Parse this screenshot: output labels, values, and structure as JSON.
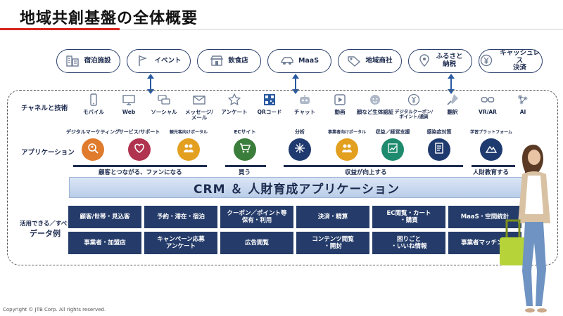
{
  "title": "地域共創基盤の全体概要",
  "partners": [
    {
      "label": "宿泊施設",
      "icon": "hotel-icon"
    },
    {
      "label": "イベント",
      "icon": "flag-icon"
    },
    {
      "label": "飲食店",
      "icon": "storefront-icon"
    },
    {
      "label": "MaaS",
      "icon": "car-icon"
    },
    {
      "label": "地域商社",
      "icon": "tag-icon"
    },
    {
      "label": "ふるさと\n納税",
      "icon": "pin-icon"
    },
    {
      "label": "キャッシュレス\n決済",
      "icon": "yen-icon"
    }
  ],
  "row_labels": {
    "channels": "チャネルと技術",
    "applications": "アプリケーション",
    "data_line1": "活用できる／すべき",
    "data_line2": "データ例"
  },
  "channels": [
    {
      "label": "モバイル",
      "icon": "mobile-icon"
    },
    {
      "label": "Web",
      "icon": "monitor-icon"
    },
    {
      "label": "ソーシャル",
      "icon": "chat-bubbles-icon"
    },
    {
      "label": "メッセージ/\nメール",
      "icon": "mail-icon"
    },
    {
      "label": "アンケート",
      "icon": "star-icon"
    },
    {
      "label": "QRコード",
      "icon": "qr-code-icon"
    },
    {
      "label": "チャット",
      "icon": "robot-icon"
    },
    {
      "label": "動画",
      "icon": "play-icon"
    },
    {
      "label": "顔など生体認証",
      "icon": "face-id-icon"
    },
    {
      "label": "デジタルクーポン/\nポイント/通貨",
      "icon": "coin-icon"
    },
    {
      "label": "翻訳",
      "icon": "translate-icon"
    },
    {
      "label": "VR/AR",
      "icon": "vr-goggles-icon"
    },
    {
      "label": "AI",
      "icon": "ai-nodes-icon"
    }
  ],
  "applications": [
    {
      "label": "デジタルマーケティング",
      "color": "#e07b2e",
      "icon": "search-person-icon"
    },
    {
      "label": "サービス/サポート",
      "color": "#b0334f",
      "icon": "heart-icon"
    },
    {
      "label": "観光客向けポータル",
      "color": "#e3a020",
      "icon": "people-icon"
    },
    {
      "label": "ECサイト",
      "color": "#3b7d3a",
      "icon": "cart-icon"
    },
    {
      "label": "分析",
      "color": "#1f3a6e",
      "icon": "analytics-icon"
    },
    {
      "label": "事業者向けポータル",
      "color": "#e3a020",
      "icon": "people-icon"
    },
    {
      "label": "収益／経営支援",
      "color": "#1e8a6e",
      "icon": "chart-growth-icon"
    },
    {
      "label": "感染症対策",
      "color": "#1f3a6e",
      "icon": "shield-doc-icon"
    },
    {
      "label": "学習プラットフォーム",
      "color": "#1f3a6e",
      "icon": "mountain-icon"
    }
  ],
  "groups": {
    "fans": "顧客とつながる、ファンになる",
    "buy": "買う",
    "revenue": "収益が向上する",
    "education": "人財教育する"
  },
  "crm_label": "CRM ＆ 人財育成アプリケーション",
  "data_examples": [
    "顧客/世帯・見込客",
    "予約・滞在・宿泊",
    "クーポン／ポイント等\n保有・利用",
    "決済・精算",
    "EC閲覧・カート\n・購買",
    "MaaS・空間統計",
    "事業者・加盟店",
    "キャンペーン応募\nアンケート",
    "広告閲覧",
    "コンテンツ閲覧\n・開封",
    "困りごと\n・いいね情報",
    "事業者マッチング"
  ],
  "copyright": "Copyright © JTB Corp. All rights reserved.",
  "colors": {
    "accent_red": "#d7261e",
    "navy": "#253c6a",
    "arrow_blue": "#2a5aa0"
  }
}
